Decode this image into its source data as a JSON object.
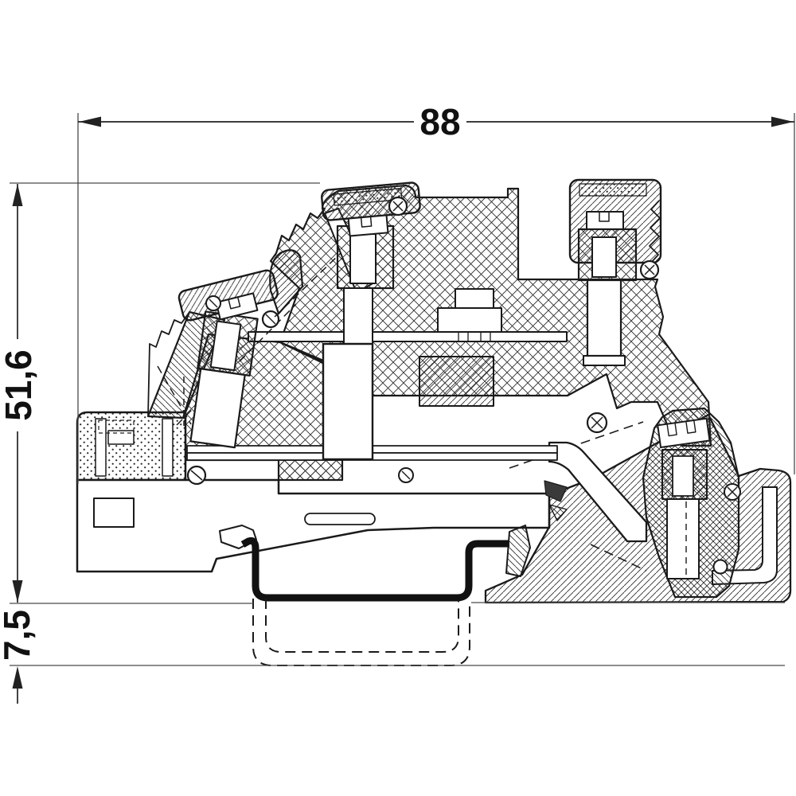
{
  "drawing": {
    "dimensions": {
      "overall_width": "88",
      "overall_height": "51,6",
      "rail_offset": "7,5"
    },
    "style": {
      "line_color": "#1a1a1a",
      "dim_color": "#2a2a2a",
      "background": "#ffffff"
    }
  }
}
